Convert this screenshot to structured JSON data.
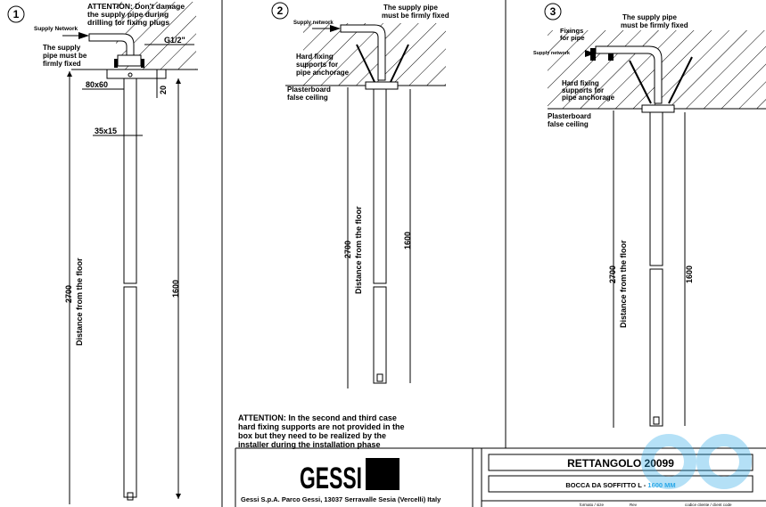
{
  "panels": [
    {
      "number": "1",
      "notes": [
        "ATTENTION: Don't damage",
        "the supply pipe during",
        "drilling for fixing plugs"
      ],
      "supply_network": "Supply Network",
      "pipe_fixed": [
        "The supply",
        "pipe must be",
        "firmly fixed"
      ],
      "thread": "G1/2\"",
      "plate_size": "80x60",
      "plate_thickness": "20",
      "pipe_section": "35x15",
      "height_total": "2700",
      "height_label": "Distance from the floor",
      "length": "1600"
    },
    {
      "number": "2",
      "supply_network": "Supply network",
      "pipe_fixed": [
        "The supply pipe",
        "must be firmly fixed"
      ],
      "supports": [
        "Hard fixing",
        "supports for",
        "pipe anchorage"
      ],
      "ceiling": [
        "Plasterboard",
        "false ceiling"
      ],
      "height_total": "2700",
      "height_label": "Distance from the floor",
      "length": "1600"
    },
    {
      "number": "3",
      "fixings": [
        "Fixings",
        "for pipe"
      ],
      "supply_network": "Supply network",
      "pipe_fixed": [
        "The supply pipe",
        "must be firmly fixed"
      ],
      "supports": [
        "Hard fixing",
        "supports for",
        "pipe anchorage"
      ],
      "ceiling": [
        "Plasterboard",
        "false ceiling"
      ],
      "height_total": "2700",
      "height_label": "Distance from the floor",
      "length": "1600"
    }
  ],
  "attention_note": [
    "ATTENTION: In the second and third case",
    "hard fixing supports are not provided in the",
    "box but they need to be realized by the",
    "installer during the installation phase"
  ],
  "title_block": {
    "brand": "GESSI",
    "address": "Gessi S.p.A. Parco Gessi, 13037 Serravalle Sesia (Vercelli) Italy",
    "product": "RETTANGOLO 20099",
    "subtitle_prefix": "BOCCA DA SOFFITTO L - ",
    "subtitle_size": "1600 MM",
    "small_headers": [
      "formato / size",
      "Rev",
      "codice cliente / client code"
    ]
  },
  "colors": {
    "line": "#000000",
    "accent": "#2aa8e8"
  }
}
